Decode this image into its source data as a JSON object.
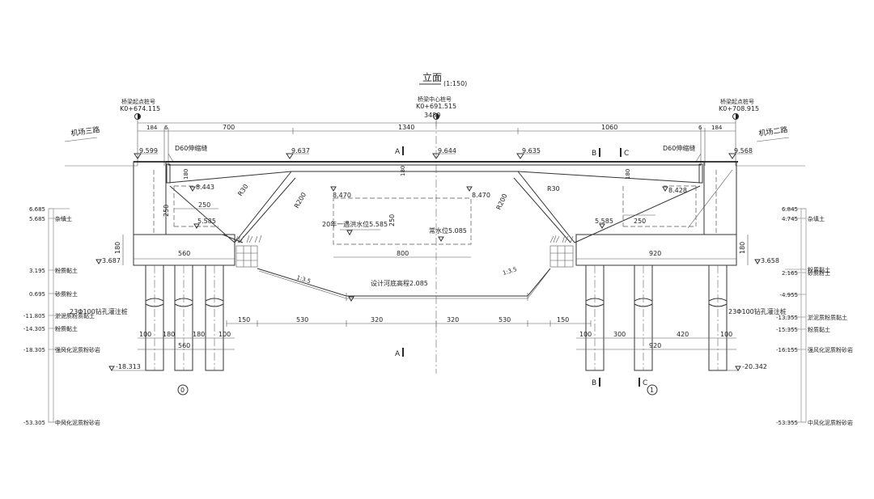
{
  "title": "立面",
  "scale": "(1:150)",
  "stations": {
    "left_label": "桥梁起点桩号",
    "left_value": "K0+674.115",
    "center_label": "桥梁中心桩号",
    "center_value": "K0+691.515",
    "right_label": "桥梁起点桩号",
    "right_value": "K0+708.915"
  },
  "roads": {
    "left": "机场三路",
    "right": "机场二路"
  },
  "dims_top": {
    "total": "3480",
    "left_184": "184",
    "left_6": "6",
    "d700": "700",
    "d1340": "1340",
    "d1060": "1060",
    "right_6": "6",
    "right_184": "184"
  },
  "elevations": {
    "e1": "9.599",
    "e2": "9.637",
    "e3": "9.644",
    "e4": "9.635",
    "e5": "9.568",
    "e6": "8.443",
    "e7": "8.470",
    "e8": "8.470",
    "e9": "8.428",
    "e10": "5.585",
    "e11": "5.585",
    "e12": "3.687",
    "e13": "3.658",
    "e14": "-18.313",
    "e15": "-20.342"
  },
  "labels": {
    "joint_left": "D60伸缩缝",
    "joint_right": "D60伸缩缝",
    "r30_left": "R30",
    "r200_left": "R200",
    "r30_right": "R30",
    "r200_right": "R200",
    "flood": "20年一遇洪水位5.585",
    "normal_water": "常水位5.085",
    "riverbed": "设计河底高程2.085",
    "slope_left": "1:3.5",
    "slope_right": "1:3.5",
    "piles_left": "23Φ100钻孔灌注桩",
    "piles_right": "23Φ100钻孔灌注桩",
    "axis_a_top": "A",
    "axis_a_bottom": "A",
    "axis_b_top": "B",
    "axis_c_top": "C",
    "axis_b_bottom": "B",
    "axis_c_bottom": "C",
    "abut_left": "0",
    "abut_right": "1"
  },
  "dims_misc": {
    "h180_left": "180",
    "h180_right": "180",
    "h250_left": "250",
    "h250_center": "250",
    "w250_left": "250",
    "w250_right": "250",
    "w560_top": "560",
    "w920_top": "920",
    "w800": "800",
    "v180_left": "180",
    "v180_center": "180",
    "v180_right": "180"
  },
  "dims_bottom": {
    "b150a": "150",
    "b530a": "530",
    "b320a": "320",
    "b320b": "320",
    "b530b": "530",
    "b150b": "150",
    "l100": "100",
    "l180a": "180",
    "l180b": "180",
    "l100b": "100",
    "l560": "560",
    "r100": "100",
    "r300": "300",
    "r420": "420",
    "r100b": "100",
    "r920": "920"
  },
  "soil_left": [
    {
      "el": "6.685",
      "name": ""
    },
    {
      "el": "5.685",
      "name": "杂填土"
    },
    {
      "el": "3.195",
      "name": "粉质黏土"
    },
    {
      "el": "0.695",
      "name": "砂质粉土"
    },
    {
      "el": "-11.805",
      "name": "淤泥质粉质黏土"
    },
    {
      "el": "-14.305",
      "name": "粉质黏土"
    },
    {
      "el": "-18.305",
      "name": "强风化泥质粉砂岩"
    },
    {
      "el": "-53.305",
      "name": "中风化泥质粉砂岩"
    }
  ],
  "soil_right": [
    {
      "el": "6.845",
      "name": ""
    },
    {
      "el": "4.745",
      "name": "杂填土"
    },
    {
      "el": "",
      "name": "粉质黏土"
    },
    {
      "el": "2.165",
      "name": "砂质粉土"
    },
    {
      "el": "-4.955",
      "name": ""
    },
    {
      "el": "-13.355",
      "name": "淤泥质粉质黏土"
    },
    {
      "el": "-15.355",
      "name": "粉质黏土"
    },
    {
      "el": "-16.155",
      "name": "强风化泥质粉砂岩"
    },
    {
      "el": "-53.355",
      "name": "中风化泥质粉砂岩"
    }
  ]
}
